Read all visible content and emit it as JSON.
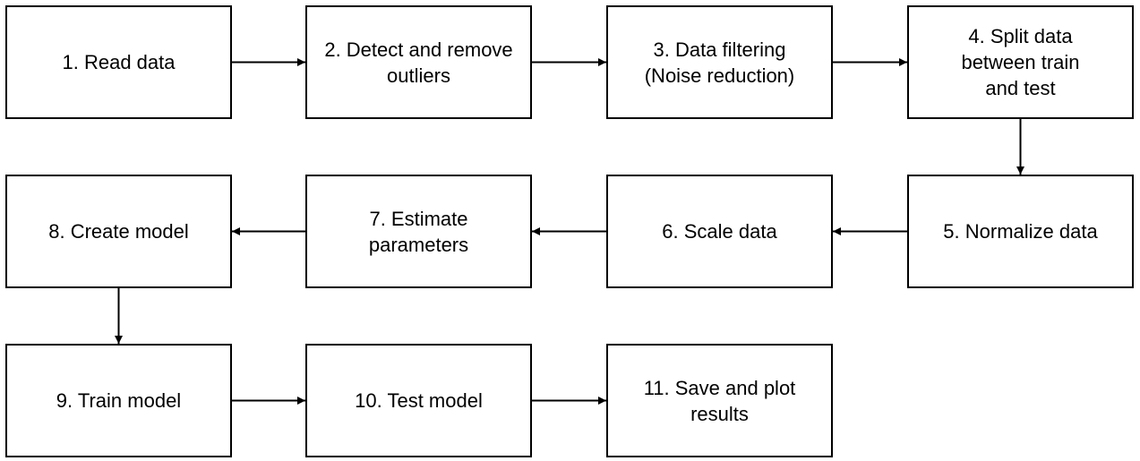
{
  "diagram": {
    "colors": {
      "stroke": "#000000",
      "fill": "#ffffff",
      "text": "#000000"
    },
    "steps": [
      {
        "id": "read-data",
        "label": "1. Read data"
      },
      {
        "id": "detect-outliers",
        "label": "2. Detect and remove outliers"
      },
      {
        "id": "data-filtering",
        "label": "3. Data filtering (Noise reduction)"
      },
      {
        "id": "split-data",
        "label": "4. Split data between train and test"
      },
      {
        "id": "normalize-data",
        "label": "5. Normalize data"
      },
      {
        "id": "scale-data",
        "label": "6. Scale data"
      },
      {
        "id": "estimate-parameters",
        "label": "7. Estimate parameters"
      },
      {
        "id": "create-model",
        "label": "8. Create model"
      },
      {
        "id": "train-model",
        "label": "9. Train model"
      },
      {
        "id": "test-model",
        "label": "10. Test model"
      },
      {
        "id": "save-plot-results",
        "label": "11. Save and plot results"
      }
    ],
    "edges": [
      {
        "from": "read-data",
        "to": "detect-outliers"
      },
      {
        "from": "detect-outliers",
        "to": "data-filtering"
      },
      {
        "from": "data-filtering",
        "to": "split-data"
      },
      {
        "from": "split-data",
        "to": "normalize-data"
      },
      {
        "from": "normalize-data",
        "to": "scale-data"
      },
      {
        "from": "scale-data",
        "to": "estimate-parameters"
      },
      {
        "from": "estimate-parameters",
        "to": "create-model"
      },
      {
        "from": "create-model",
        "to": "train-model"
      },
      {
        "from": "train-model",
        "to": "test-model"
      },
      {
        "from": "test-model",
        "to": "save-plot-results"
      }
    ]
  }
}
